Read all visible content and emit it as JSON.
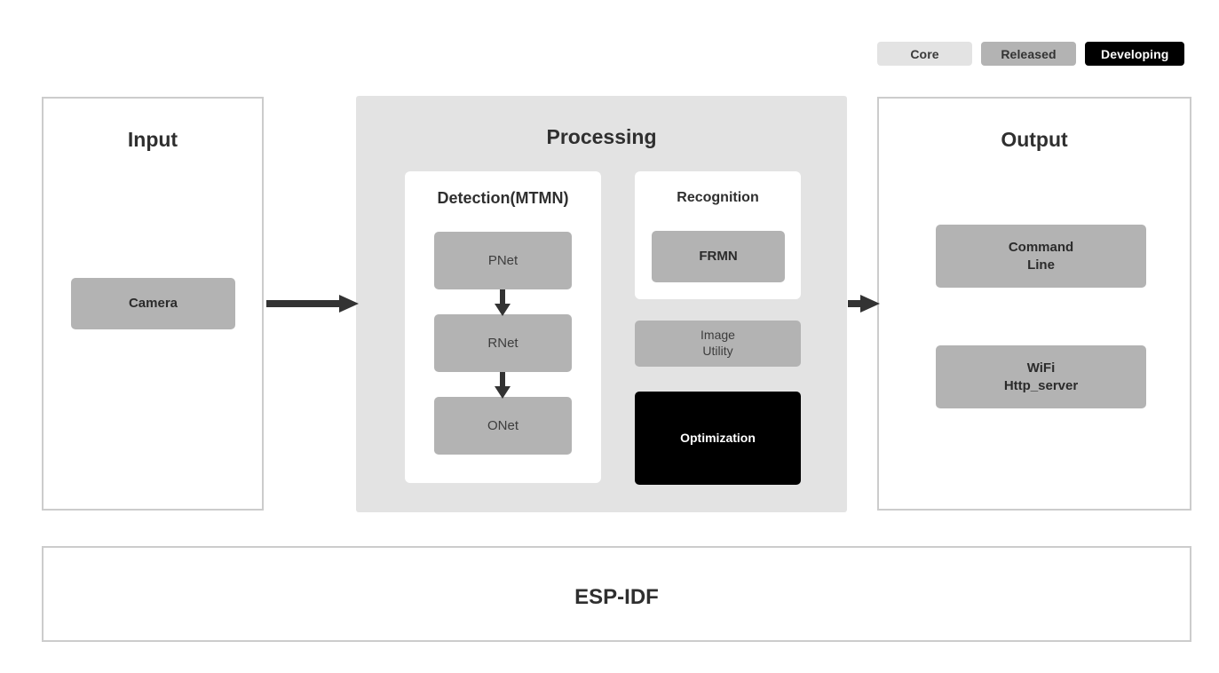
{
  "legend": {
    "items": [
      {
        "label": "Core",
        "color": "#e3e3e3",
        "text_color": "#3a3a3a"
      },
      {
        "label": "Released",
        "color": "#b3b3b3",
        "text_color": "#333333"
      },
      {
        "label": "Developing",
        "color": "#000000",
        "text_color": "#ffffff"
      }
    ]
  },
  "input": {
    "title": "Input",
    "blocks": [
      {
        "label": "Camera",
        "status": "Released"
      }
    ]
  },
  "processing": {
    "title": "Processing",
    "detection": {
      "title": "Detection(MTMN)",
      "blocks": [
        {
          "label": "PNet",
          "status": "Released"
        },
        {
          "label": "RNet",
          "status": "Released"
        },
        {
          "label": "ONet",
          "status": "Released"
        }
      ]
    },
    "recognition": {
      "title": "Recognition",
      "blocks": [
        {
          "label": "FRMN",
          "status": "Released"
        }
      ]
    },
    "blocks": [
      {
        "label": "Image\nUtility",
        "status": "Released"
      },
      {
        "label": "Optimization",
        "status": "Developing"
      }
    ]
  },
  "output": {
    "title": "Output",
    "blocks": [
      {
        "label": "Command\nLine",
        "status": "Released"
      },
      {
        "label": "WiFi\nHttp_server",
        "status": "Released"
      }
    ]
  },
  "foundation": {
    "label": "ESP-IDF"
  },
  "arrows": [
    {
      "from": "Input",
      "to": "Processing"
    },
    {
      "from": "Processing",
      "to": "Output"
    },
    {
      "from": "PNet",
      "to": "RNet"
    },
    {
      "from": "RNet",
      "to": "ONet"
    }
  ],
  "colors": {
    "core": "#e3e3e3",
    "released": "#b3b3b3",
    "developing": "#000000",
    "panel_border": "#cccccc",
    "arrow": "#333333",
    "text": "#2f2f2f"
  }
}
